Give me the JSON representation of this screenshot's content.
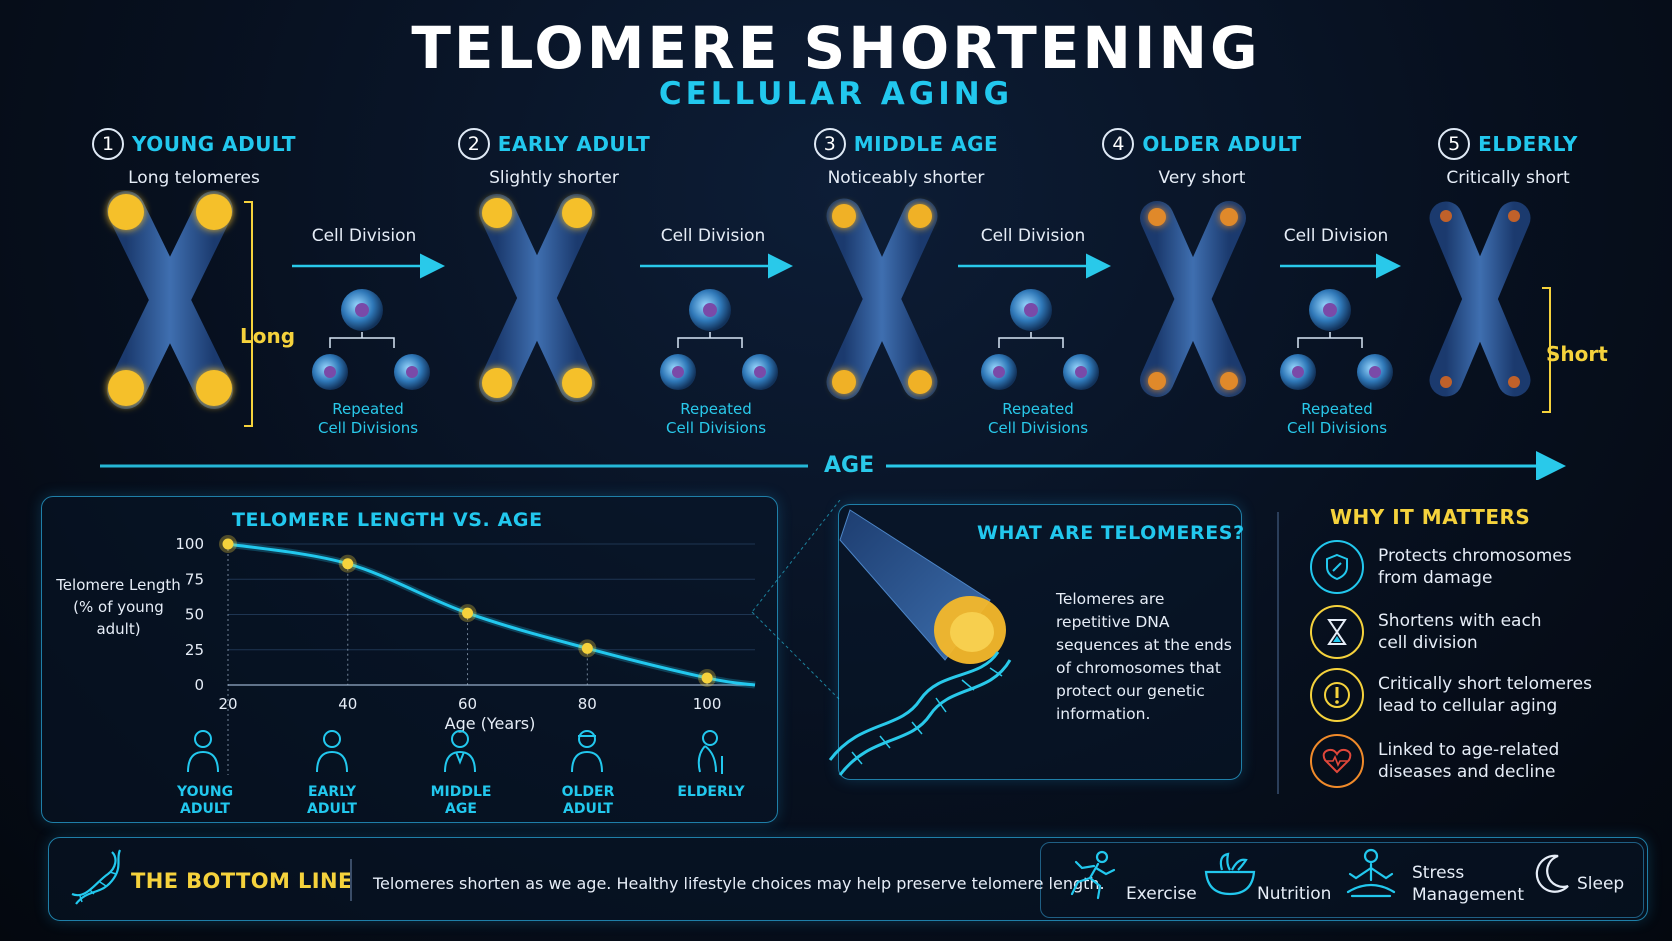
{
  "header": {
    "title": "TELOMERE SHORTENING",
    "subtitle": "CELLULAR AGING"
  },
  "stages": [
    {
      "number": "1",
      "name": "YOUNG ADULT",
      "desc": "Long telomeres"
    },
    {
      "number": "2",
      "name": "EARLY ADULT",
      "desc": "Slightly shorter"
    },
    {
      "number": "3",
      "name": "MIDDLE AGE",
      "desc": "Noticeably shorter"
    },
    {
      "number": "4",
      "name": "OLDER ADULT",
      "desc": "Very short"
    },
    {
      "number": "5",
      "name": "ELDERLY",
      "desc": "Critically short"
    }
  ],
  "transition": {
    "label": "Cell Division",
    "repeated_line1": "Repeated",
    "repeated_line2": "Cell Divisions"
  },
  "length_markers": {
    "long": "Long",
    "short": "Short"
  },
  "age_axis": {
    "label": "AGE"
  },
  "telomere_colors": {
    "cap": "#f5c02a",
    "body": "#2f5d9c",
    "accent": "#22c8ee"
  },
  "chart_data": {
    "type": "line",
    "title": "TELOMERE LENGTH VS. AGE",
    "ylabel_line1": "Telomere Length",
    "ylabel_line2": "(% of young adult)",
    "xlabel": "Age (Years)",
    "xlim": [
      20,
      108
    ],
    "ylim": [
      0,
      100
    ],
    "x_ticks": [
      "20",
      "40",
      "60",
      "80",
      "100"
    ],
    "y_ticks": [
      "100",
      "75",
      "50",
      "25",
      "0"
    ],
    "series": [
      {
        "x": [
          20,
          40,
          60,
          80,
          100
        ],
        "y": [
          100,
          86,
          51,
          26,
          5
        ]
      }
    ],
    "persons": [
      {
        "line1": "YOUNG",
        "line2": "ADULT"
      },
      {
        "line1": "EARLY",
        "line2": "ADULT"
      },
      {
        "line1": "MIDDLE",
        "line2": "AGE"
      },
      {
        "line1": "OLDER",
        "line2": "ADULT"
      },
      {
        "line1": "ELDERLY",
        "line2": ""
      }
    ]
  },
  "telomeres": {
    "title": "WHAT ARE TELOMERES?",
    "text": "Telomeres are repetitive DNA sequences at the ends of chromosomes that protect our genetic information."
  },
  "why": {
    "title": "WHY IT MATTERS",
    "items": [
      {
        "icon": "shield-icon",
        "line1": "Protects chromosomes",
        "line2": "from damage",
        "color": "#22c8ee"
      },
      {
        "icon": "hourglass-icon",
        "line1": "Shortens with each",
        "line2": "cell division",
        "color": "#f5d23c"
      },
      {
        "icon": "warning-icon",
        "line1": "Critically short telomeres",
        "line2": "lead to cellular aging",
        "color": "#f5d23c"
      },
      {
        "icon": "heart-pulse-icon",
        "line1": "Linked to age-related",
        "line2": "diseases and decline",
        "color": "#f08a2a"
      }
    ]
  },
  "bottom_line": {
    "title": "THE BOTTOM LINE",
    "text": "Telomeres shorten as we age. Healthy lifestyle choices may help preserve telomere length.",
    "lifestyle": [
      {
        "icon": "running-icon",
        "line1": "Exercise",
        "line2": ""
      },
      {
        "icon": "salad-bowl-icon",
        "line1": "Nutrition",
        "line2": ""
      },
      {
        "icon": "meditation-icon",
        "line1": "Stress",
        "line2": "Management"
      },
      {
        "icon": "moon-icon",
        "line1": "Sleep",
        "line2": ""
      }
    ]
  }
}
